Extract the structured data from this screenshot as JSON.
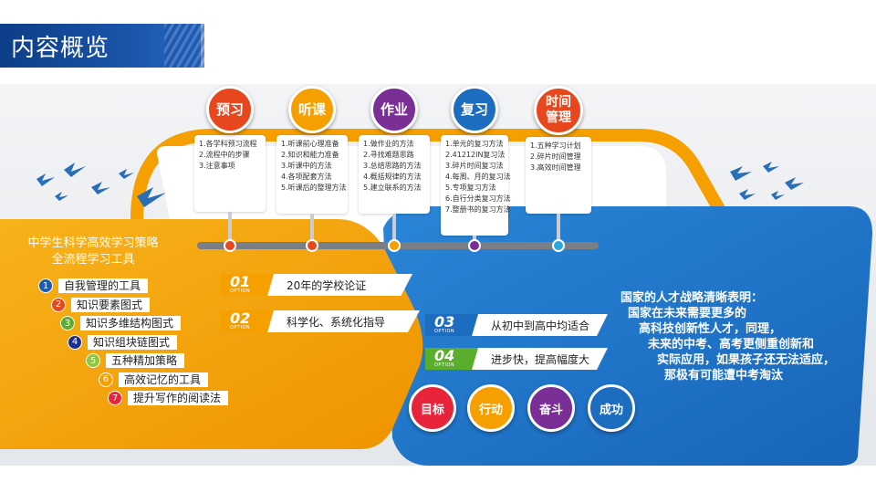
{
  "header": {
    "title": "内容概览"
  },
  "steps": [
    {
      "label": "预习",
      "color": "#e8461d",
      "items": [
        "1.各学科预习流程",
        "2.流程中的步骤",
        "3.注意事项"
      ]
    },
    {
      "label": "听课",
      "color": "#f5a000",
      "items": [
        "1.听课前心理准备",
        "2.知识和能力准备",
        "3.听课中的方法",
        "4.各项配套方法",
        "5.听课后的整理方法"
      ]
    },
    {
      "label": "作业",
      "color": "#7a2f97",
      "items": [
        "1.做作业的方法",
        "2.寻找难题思路",
        "3.总结思路的方法",
        "4.概括规律的方法",
        "5.建立联系的方法"
      ]
    },
    {
      "label": "复习",
      "color": "#1c6cc0",
      "items": [
        "1.单元的复习方法",
        "2.41212IN复习法",
        "3.碎片时间复习法",
        "4.每周、月的复习法",
        "5.专项复习方法",
        "6.自行分类复习方法",
        "7.整册书的复习方法"
      ]
    },
    {
      "label": "时间管理",
      "color": "#e8461d",
      "items": [
        "1.五种学习计划",
        "2.碎片时间管理",
        "3.高效时间管理"
      ]
    }
  ],
  "timeline_dots": [
    "#e8461d",
    "#e8461d",
    "#f5a000",
    "#7a2f97",
    "#29a8e0"
  ],
  "left_panel": {
    "title_line1": "中学生科学高效学习策略",
    "title_line2": "全流程学习工具",
    "tools": [
      {
        "num": "1",
        "label": "自我管理的工具",
        "color": "#1c5bb0"
      },
      {
        "num": "2",
        "label": "知识要素图式",
        "color": "#e8461d"
      },
      {
        "num": "3",
        "label": "知识多维结构图式",
        "color": "#5aae2e"
      },
      {
        "num": "4",
        "label": "知识组块链图式",
        "color": "#1b2f8f"
      },
      {
        "num": "5",
        "label": "五种精加策略",
        "color": "#8cc63f"
      },
      {
        "num": "6",
        "label": "高效记忆的工具",
        "color": "#f5a000"
      },
      {
        "num": "7",
        "label": "提升写作的阅读法",
        "color": "#e8243b"
      }
    ]
  },
  "options": [
    {
      "num": "01",
      "tag": "OPTION",
      "text": "20年的学校论证",
      "color": "#f5a000"
    },
    {
      "num": "02",
      "tag": "OPTION",
      "text": "科学化、系统化指导",
      "color": "#f5a000"
    },
    {
      "num": "03",
      "tag": "OPTION",
      "text": "从初中到高中均适合",
      "color": "#1c6cc0"
    },
    {
      "num": "04",
      "tag": "OPTION",
      "text": "进步快，提高幅度大",
      "color": "#5aae2e"
    }
  ],
  "right_text": {
    "lines": [
      "国家的人才战略清晰表明：",
      "国家在未来需要更多的",
      "高科技创新性人才，同理，",
      "未来的中考、高考更侧重创新和",
      "实际应用，如果孩子还无法适应，",
      "那极有可能遭中考淘汰"
    ]
  },
  "goals": [
    {
      "label": "目标",
      "color": "#e8243b"
    },
    {
      "label": "行动",
      "color": "#f5a000"
    },
    {
      "label": "奋斗",
      "color": "#7a2f97"
    },
    {
      "label": "成功",
      "color": "#1c6cc0"
    }
  ],
  "colors": {
    "orange": "#f5a000",
    "blue": "#1c73c9",
    "navy": "#0d3d87"
  }
}
